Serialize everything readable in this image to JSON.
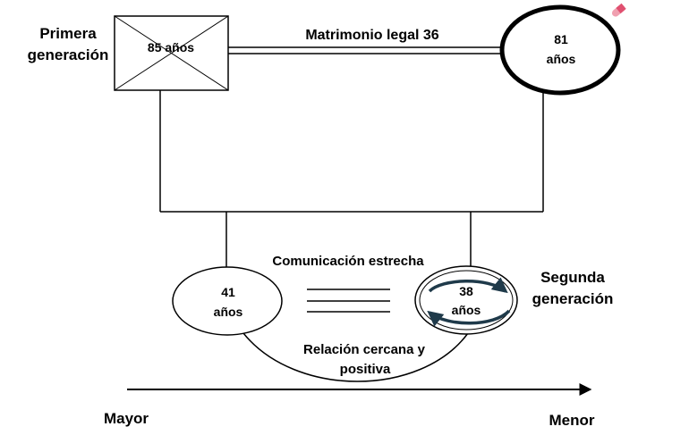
{
  "generations": {
    "first_label_line1": "Primera",
    "first_label_line2": "generación",
    "second_label_line1": "Segunda",
    "second_label_line2": "generación"
  },
  "first_gen": {
    "male_age": "85 años",
    "female_age_line1": "81",
    "female_age_line2": "años",
    "marriage_label": "Matrimonio legal 36"
  },
  "second_gen": {
    "left_age_line1": "41",
    "left_age_line2": "años",
    "right_age_line1": "38",
    "right_age_line2": "años",
    "communication_label": "Comunicación estrecha",
    "relation_label_line1": "Relación cercana y",
    "relation_label_line2": "positiva"
  },
  "axis": {
    "left_label": "Mayor",
    "right_label": "Menor"
  },
  "colors": {
    "line": "#000000",
    "arrow_dark": "#1f3a4a"
  }
}
